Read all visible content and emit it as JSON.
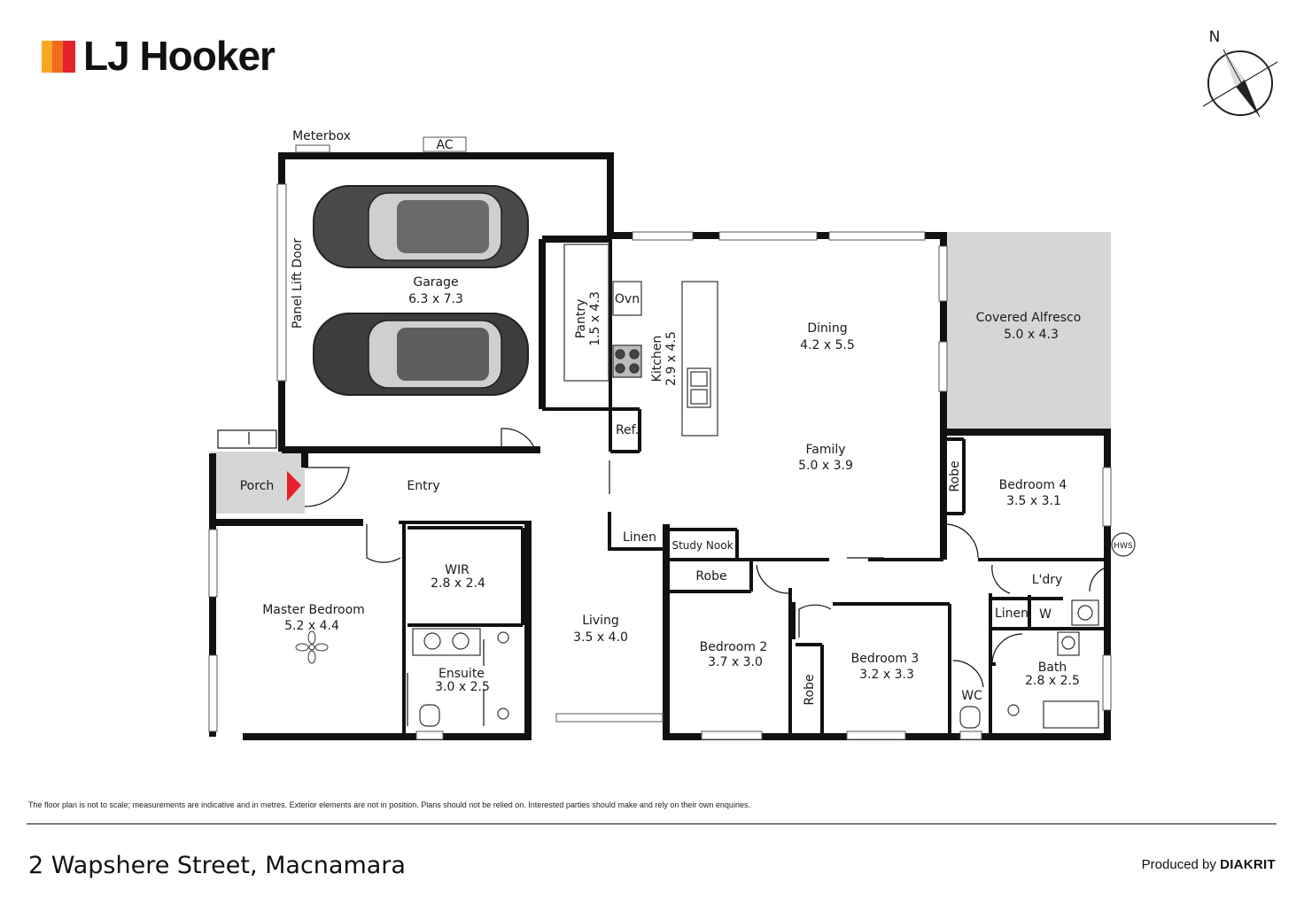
{
  "brand": {
    "name": "LJ Hooker",
    "colors": [
      "#f7a823",
      "#f26b21",
      "#e5222b"
    ]
  },
  "compass": {
    "label": "N"
  },
  "rooms": {
    "garage": {
      "name": "Garage",
      "size": "6.3 x 7.3"
    },
    "panel_door": "Panel Lift Door",
    "meterbox": "Meterbox",
    "ac": "AC",
    "pantry": {
      "name": "Pantry",
      "size": "1.5 x 4.3"
    },
    "oven": "Ovn",
    "fridge": "Ref.",
    "kitchen": {
      "name": "Kitchen",
      "size": "2.9 x 4.5"
    },
    "dining": {
      "name": "Dining",
      "size": "4.2 x 5.5"
    },
    "family": {
      "name": "Family",
      "size": "5.0 x 3.9"
    },
    "alfresco": {
      "name": "Covered Alfresco",
      "size": "5.0 x 4.3"
    },
    "porch": "Porch",
    "entry": "Entry",
    "bedroom4": {
      "name": "Bedroom 4",
      "size": "3.5 x 3.1"
    },
    "robe_b4": "Robe",
    "hws": "HWS",
    "laundry": "L'dry",
    "linen_ldry": "Linen",
    "washer": "W",
    "linen_hall": "Linen",
    "study_nook": "Study Nook",
    "robe_b2": "Robe",
    "master": {
      "name": "Master Bedroom",
      "size": "5.2 x 4.4"
    },
    "wir": {
      "name": "WIR",
      "size": "2.8 x 2.4"
    },
    "ensuite": {
      "name": "Ensuite",
      "size": "3.0 x 2.5"
    },
    "living": {
      "name": "Living",
      "size": "3.5 x 4.0"
    },
    "bedroom2": {
      "name": "Bedroom 2",
      "size": "3.7 x 3.0"
    },
    "bedroom3": {
      "name": "Bedroom 3",
      "size": "3.2 x 3.3"
    },
    "robe_b3": "Robe",
    "wc": "WC",
    "bath": {
      "name": "Bath",
      "size": "2.8 x 2.5"
    }
  },
  "footer": {
    "disclaimer": "The floor plan is not to scale; measurements are indicative and in metres. Exterior elements are not in position. Plans should not be relied on. Interested parties should make and rely on their own enquiries.",
    "address": "2 Wapshere Street, Macnamara",
    "produced_prefix": "Produced by ",
    "produced_brand": "DIAKRIT"
  }
}
